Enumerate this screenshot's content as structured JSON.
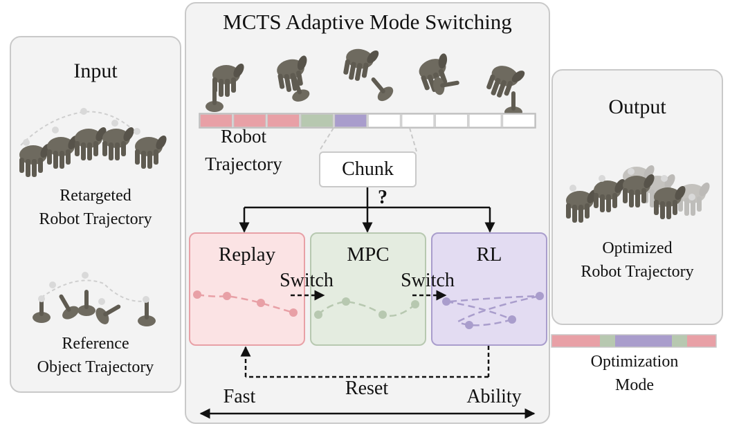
{
  "input": {
    "title": "Input",
    "retargeted_line1": "Retargeted",
    "retargeted_line2": "Robot Trajectory",
    "reference_line1": "Reference",
    "reference_line2": "Object Trajectory"
  },
  "center": {
    "title": "MCTS Adaptive Mode Switching",
    "robot_traj_line1": "Robot",
    "robot_traj_line2": "Trajectory",
    "chunk": "Chunk",
    "question": "?",
    "replay": "Replay",
    "mpc": "MPC",
    "rl": "RL",
    "switch1": "Switch",
    "switch2": "Switch",
    "reset": "Reset",
    "fast": "Fast",
    "ability": "Ability"
  },
  "output": {
    "title": "Output",
    "optimized_line1": "Optimized",
    "optimized_line2": "Robot Trajectory",
    "mode_line1": "Optimization",
    "mode_line2": "Mode"
  },
  "colors": {
    "replay": "#e8a0a6",
    "mpc": "#b7c8b0",
    "rl": "#a99dcc",
    "replay_fill": "#fbe3e4",
    "mpc_fill": "#e4ece0",
    "rl_fill": "#e3dcf2",
    "hand": "#6e6a5f"
  },
  "timeline_cells": [
    "replay",
    "replay",
    "replay",
    "mpc",
    "rl",
    "empty",
    "empty",
    "empty",
    "empty",
    "empty"
  ],
  "mode_bar": [
    "replay",
    "mpc",
    "rl",
    "mpc",
    "replay"
  ]
}
